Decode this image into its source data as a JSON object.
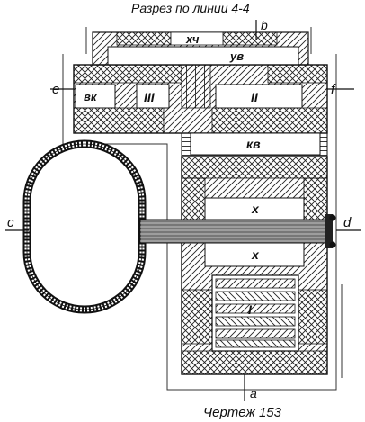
{
  "title": "Разрез по линии 4-4",
  "caption": "Чертеж 153",
  "labels": {
    "b": "b",
    "a": "a",
    "c": "c",
    "d": "d",
    "e": "e",
    "f": "f",
    "hch": "хч",
    "uv": "ув",
    "vk": "вк",
    "III": "III",
    "II": "II",
    "kv": "кв",
    "x_upper": "х",
    "x_lower": "х",
    "I": "I"
  }
}
